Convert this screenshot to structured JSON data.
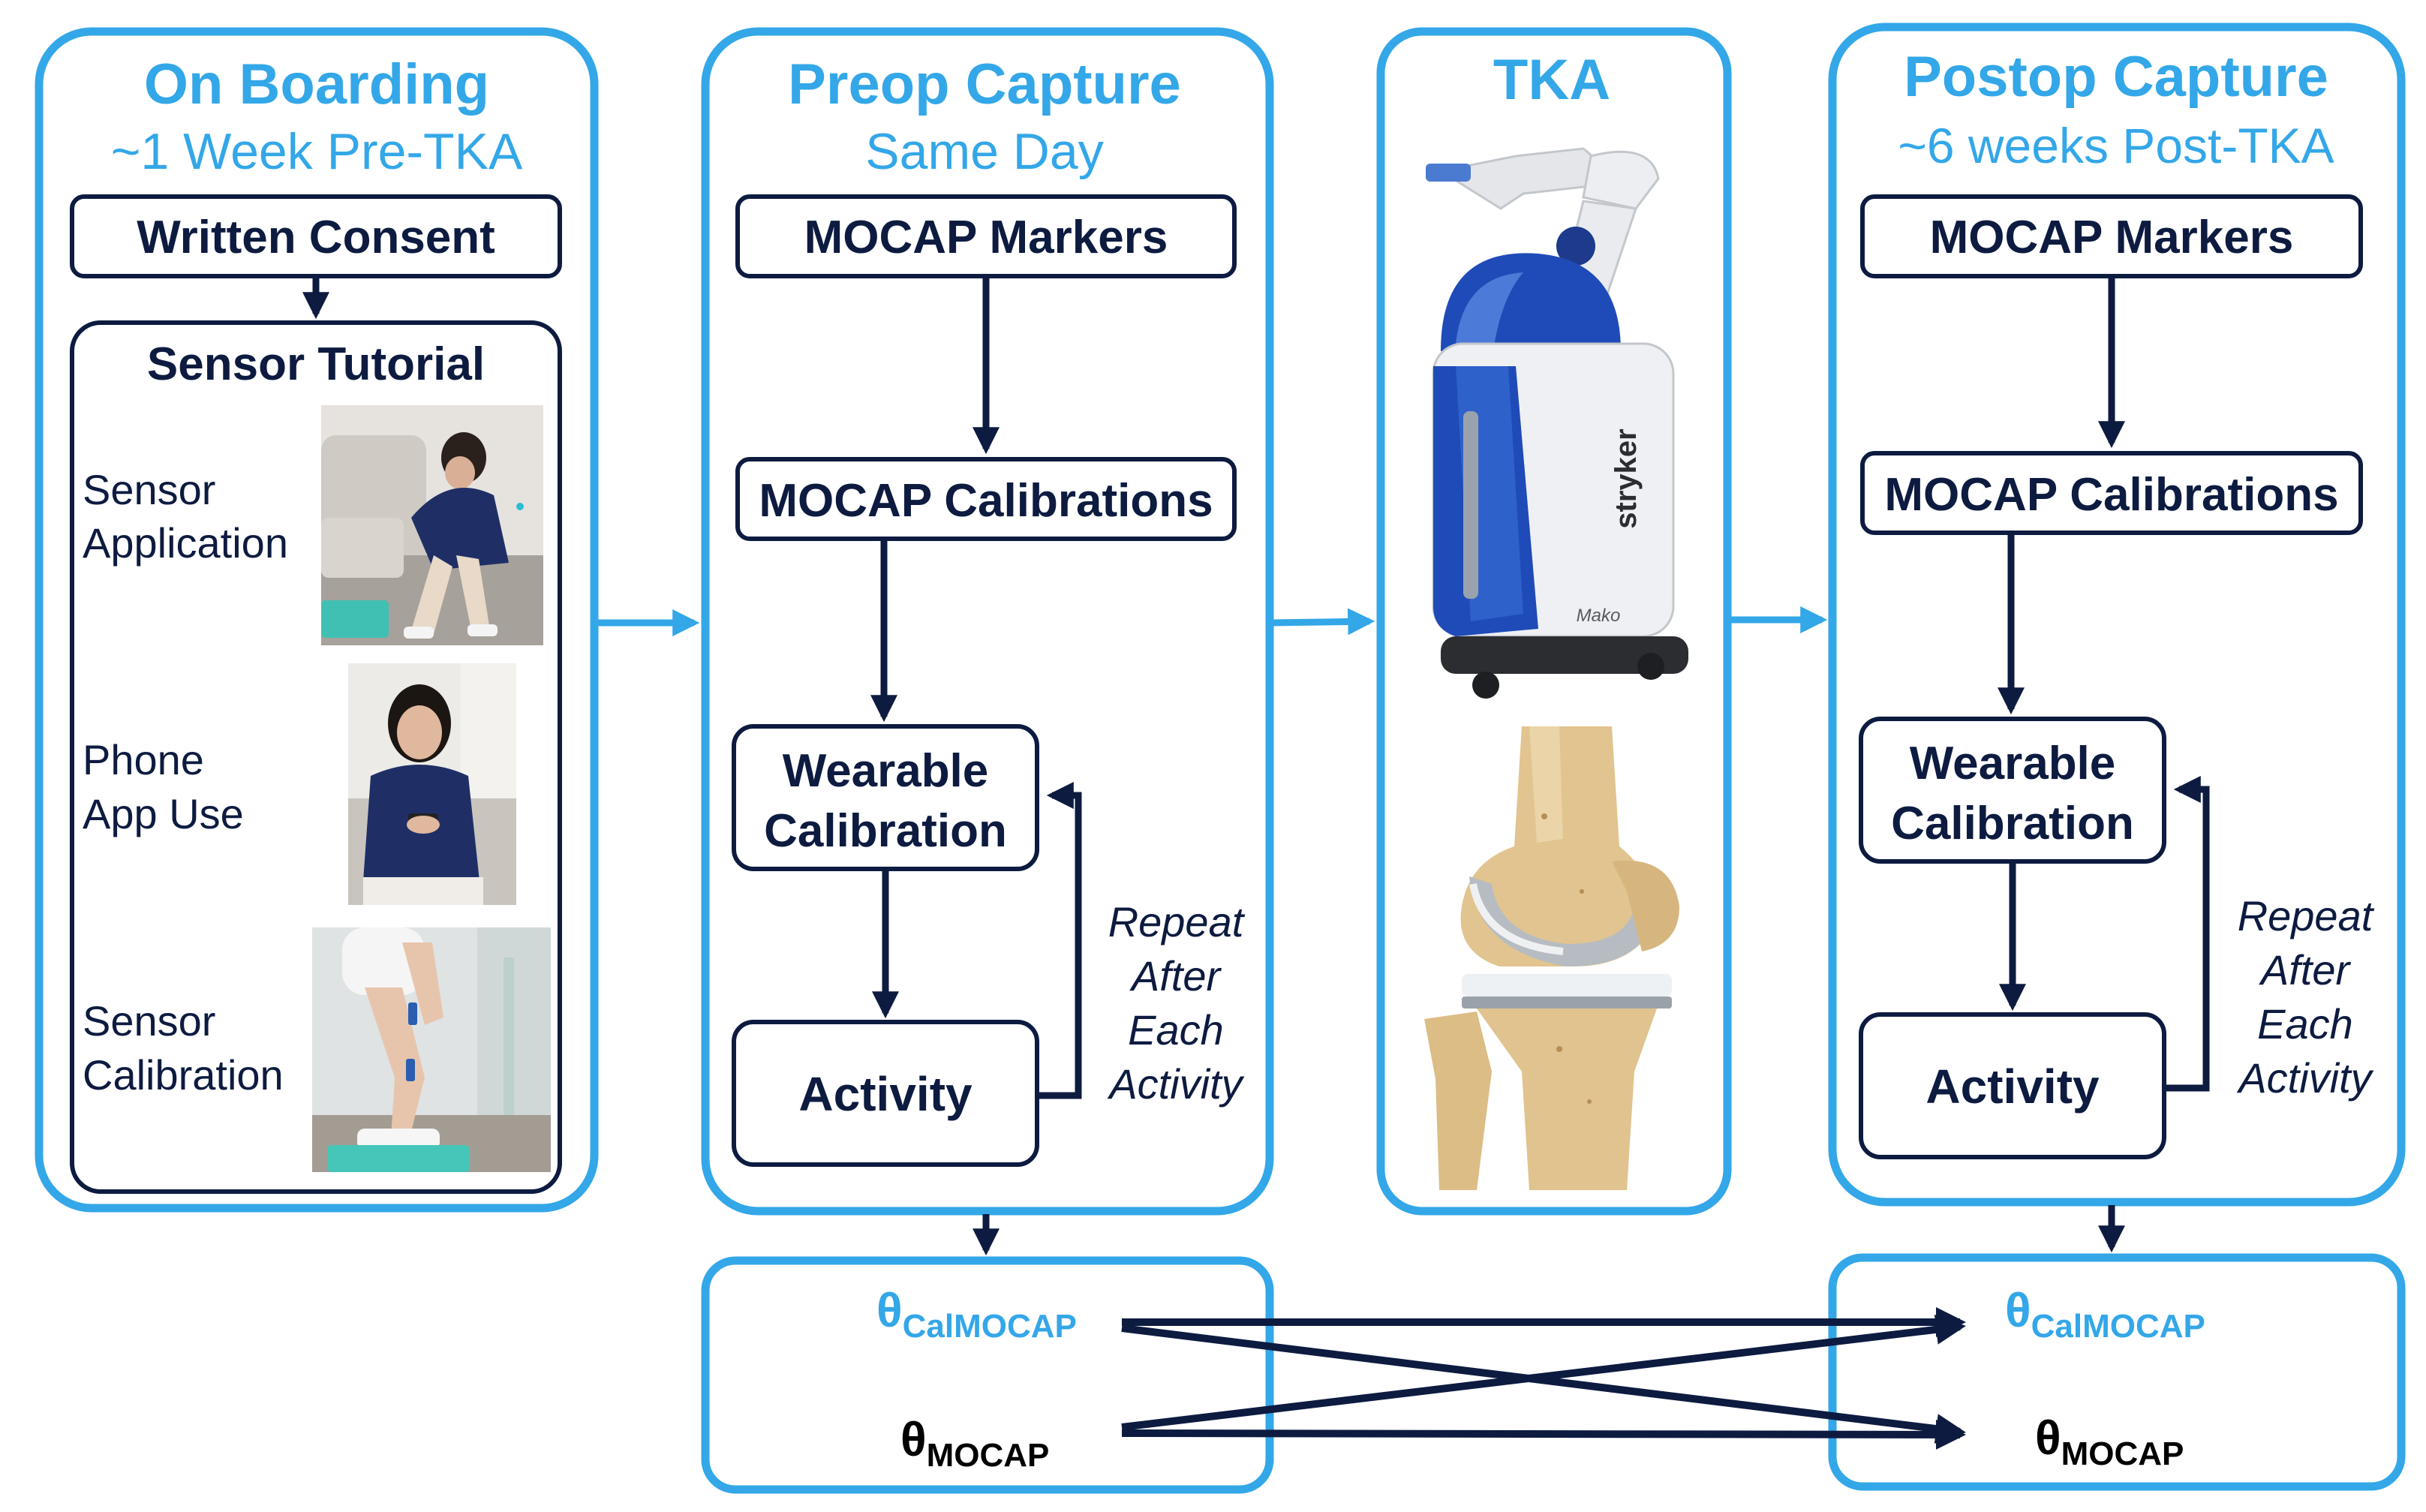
{
  "colors": {
    "accent_blue": "#33a7e8",
    "navy": "#0d1b40",
    "background": "#ffffff"
  },
  "onboarding": {
    "title": "On Boarding",
    "subtitle": "~1 Week Pre-TKA",
    "consent": "Written Consent",
    "tutorial_title": "Sensor Tutorial",
    "items": [
      {
        "line1": "Sensor",
        "line2": "Application",
        "photo_icon": "person-applying-sensor-photo"
      },
      {
        "line1": "Phone",
        "line2": "App Use",
        "photo_icon": "person-using-phone-photo"
      },
      {
        "line1": "Sensor",
        "line2": "Calibration",
        "photo_icon": "leg-calibration-photo"
      }
    ]
  },
  "preop": {
    "title": "Preop Capture",
    "subtitle": "Same Day",
    "markers": "MOCAP Markers",
    "calibrations": "MOCAP Calibrations",
    "wearable_line1": "Wearable",
    "wearable_line2": "Calibration",
    "activity": "Activity",
    "repeat_lines": [
      "Repeat",
      "After",
      "Each",
      "Activity"
    ]
  },
  "tka": {
    "title": "TKA",
    "robot_icon": "mako-robot-photo",
    "robot_label": "stryker",
    "robot_sublabel": "Mako",
    "knee_icon": "knee-implant-illustration"
  },
  "postop": {
    "title": "Postop Capture",
    "subtitle": "~6 weeks Post-TKA",
    "markers": "MOCAP Markers",
    "calibrations": "MOCAP Calibrations",
    "wearable_line1": "Wearable",
    "wearable_line2": "Calibration",
    "activity": "Activity",
    "repeat_lines": [
      "Repeat",
      "After",
      "Each",
      "Activity"
    ]
  },
  "outputs": {
    "theta": "θ",
    "cal_subscript": "CalMOCAP",
    "mocap_subscript": "MOCAP"
  }
}
